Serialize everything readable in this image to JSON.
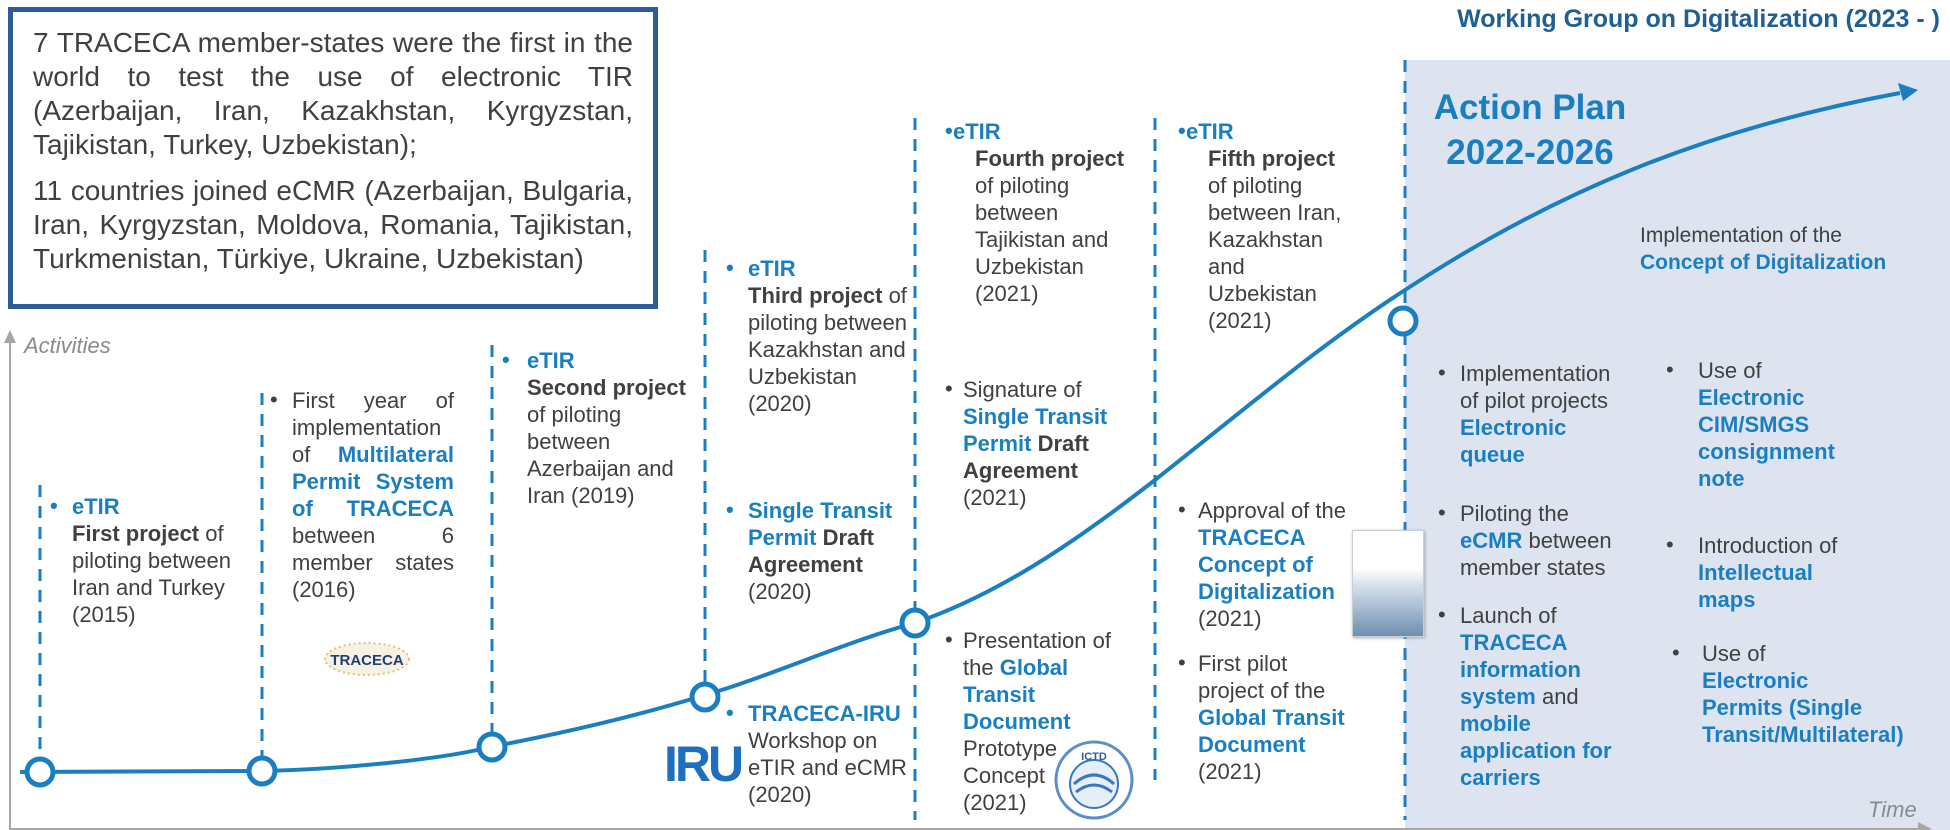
{
  "header": {
    "working_group": "Working Group on Digitalization (2023 - )"
  },
  "action_plan": {
    "line1": "Action Plan",
    "line2": "2022-2026"
  },
  "intro": {
    "p1": "7 TRACECA member-states were the first in the world to test the use of electronic TIR (Azerbaijan, Iran, Kazakhstan, Kyrgyzstan, Tajikistan, Turkey, Uzbekistan);",
    "p2": "11 countries joined eCMR (Azerbaijan, Bulgaria, Iran, Kyrgyzstan, Moldova, Romania, Tajikistan, Turkmenistan, Türkiye, Ukraine, Uzbekistan)"
  },
  "axis": {
    "y_label": "Activities",
    "x_label": "Time"
  },
  "col1": {
    "etir": "eTIR",
    "bold": "First project",
    "rest": " of piloting between Iran and Turkey (2015)"
  },
  "col2": {
    "t1": "First year of implementation of ",
    "bold": "Multilateral Permit System of TRACECA",
    "t2": " between 6 member states (2016)",
    "logo": "TRACECA"
  },
  "col3": {
    "etir": "eTIR",
    "bold": "Second project",
    "rest": " of piloting between Azerbaijan and Iran (2019)"
  },
  "col4": {
    "etir": "eTIR",
    "bold": "Third project",
    "rest": " of piloting between Kazakhstan and Uzbekistan (2020)",
    "stp_blue": "Single Transit Permit",
    "stp_dark": " Draft Agreement",
    "stp_year": "(2020)",
    "iru_blue": "TRACECA-IRU",
    "iru_rest": "Workshop on eTIR and eCMR (2020)",
    "iru_logo": "IRU"
  },
  "col5": {
    "etir": "eTIR",
    "bold": "Fourth project",
    "rest": " of piloting between Tajikistan and Uzbekistan (2021)",
    "sig_pre": "Signature of ",
    "sig_blue": "Single Transit Permit",
    "sig_dark": " Draft Agreement",
    "sig_year": "(2021)",
    "pres_pre": "Presentation of the ",
    "pres_blue": "Global Transit Document",
    "pres_rest": " Prototype Concept (2021)",
    "ictd_logo": "ICTD"
  },
  "col6": {
    "etir": "eTIR",
    "bold": "Fifth project",
    "rest": " of piloting between Iran, Kazakhstan and Uzbekistan (2021)",
    "appr_pre": "Approval of the ",
    "appr_blue": "TRACECA Concept of Digitalization",
    "appr_year": "(2021)",
    "pilot_pre": "First pilot project of the ",
    "pilot_blue": "Global Transit Document",
    "pilot_year": "(2021)"
  },
  "plan": {
    "impl_pre": "Implementation of the",
    "impl_blue": "Concept of Digitalization",
    "a1_pre": "Implementation of pilot projects ",
    "a1_blue": "Electronic queue",
    "a2_pre": "Piloting the ",
    "a2_blue": "eCMR",
    "a2_rest": " between member states",
    "a3_pre": "Launch of ",
    "a3_blue1": "TRACECA information system",
    "a3_mid": " and ",
    "a3_blue2": "mobile application for carriers",
    "b1_pre": "Use of ",
    "b1_blue": "Electronic CIM/SMGS consignment note",
    "b2_pre": "Introduction of ",
    "b2_blue": "Intellectual maps",
    "b3_pre": "Use of ",
    "b3_blue": "Electronic Permits (Single Transit/Multilateral)"
  },
  "colors": {
    "accent": "#1a7fc1",
    "box_border": "#2e5b9a",
    "panel": "#dde4ef",
    "title_dark": "#1f5f94"
  }
}
